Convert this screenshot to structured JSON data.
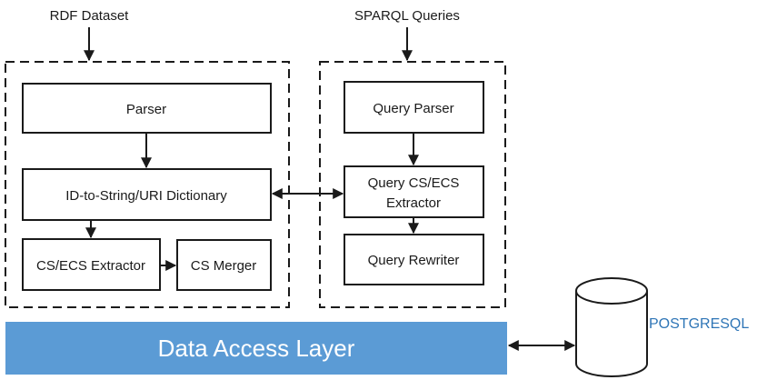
{
  "inputs": {
    "rdf_dataset": "RDF Dataset",
    "sparql_queries": "SPARQL Queries"
  },
  "loader": {
    "parser": "Parser",
    "dictionary": "ID-to-String/URI Dictionary",
    "cs_ecs_extractor": "CS/ECS Extractor",
    "cs_merger": "CS Merger"
  },
  "query": {
    "query_parser": "Query Parser",
    "query_extractor_line1": "Query CS/ECS",
    "query_extractor_line2": "Extractor",
    "query_rewriter": "Query Rewriter"
  },
  "data_access_layer": "Data Access Layer",
  "database": "POSTGRESQL",
  "colors": {
    "layer_fill": "#5b9bd5",
    "database_label": "#2e75b6",
    "stroke": "#1a1a1a"
  }
}
